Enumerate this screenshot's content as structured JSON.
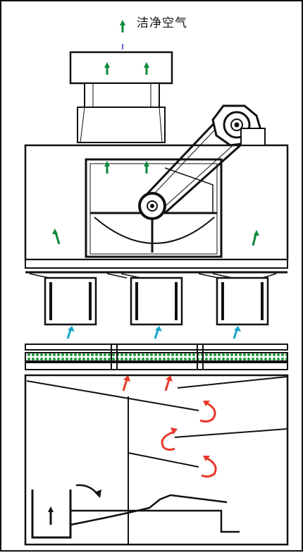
{
  "diagram": {
    "caption": "洁净空气"
  },
  "colors": {
    "line": "#111111",
    "clean_air_arrow": "#0a8a3a",
    "filtered_air_arrow": "#1aa6c8",
    "dirty_air_arrow": "#e53a2a",
    "filter_media": "#1f9a3c",
    "centerline": "#2b3bd6"
  },
  "icons": {
    "clean_air": "arrow-up-green",
    "filtered_air": "arrow-up-cyan",
    "dirty_air": "arrow-up-red",
    "swirl": "curved-arrow-red",
    "dust_flow": "curved-arrow-black",
    "dust_out": "arrow-up-black"
  }
}
